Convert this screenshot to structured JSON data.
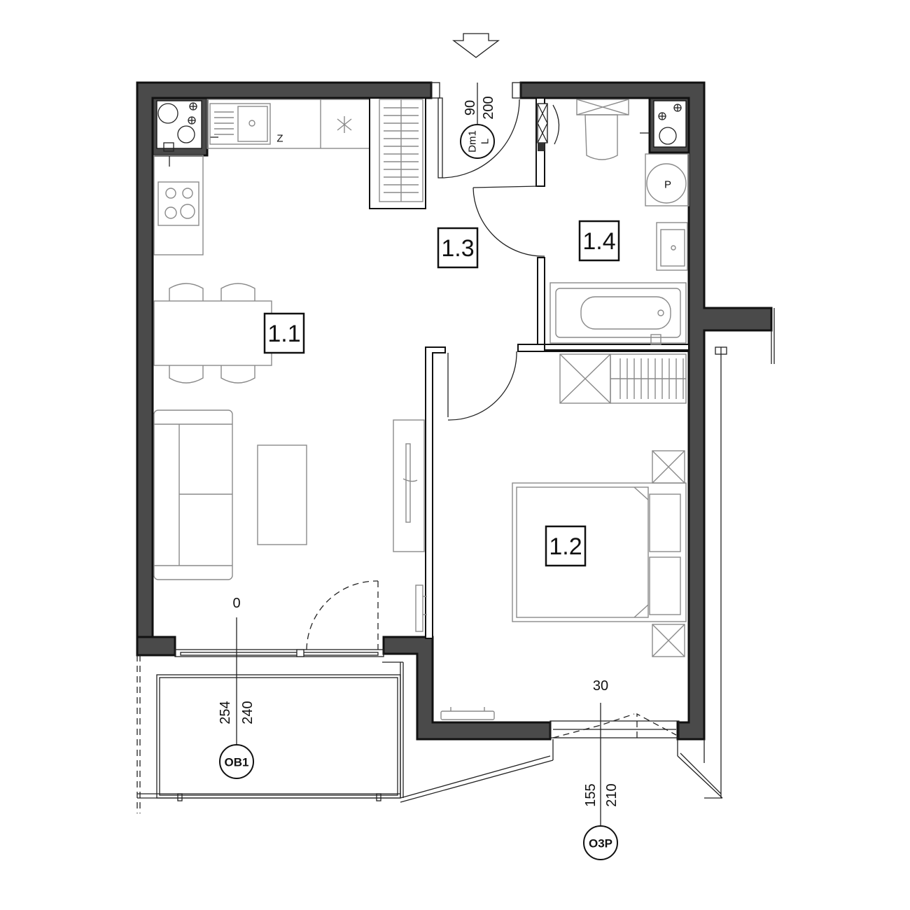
{
  "rooms": [
    {
      "id": "1.1"
    },
    {
      "id": "1.2"
    },
    {
      "id": "1.3"
    },
    {
      "id": "1.4"
    }
  ],
  "entrance_door": {
    "code": "Dm1",
    "hand": "L",
    "width": "90",
    "height": "200"
  },
  "window_ob1": {
    "tag": "OB1",
    "sill": "0",
    "total": "254",
    "height": "240"
  },
  "window_o3p": {
    "tag": "O3P",
    "sill": "30",
    "total": "155",
    "height": "210"
  },
  "fixtures": {
    "fridge_mark": "Z",
    "washer_mark": "P"
  }
}
